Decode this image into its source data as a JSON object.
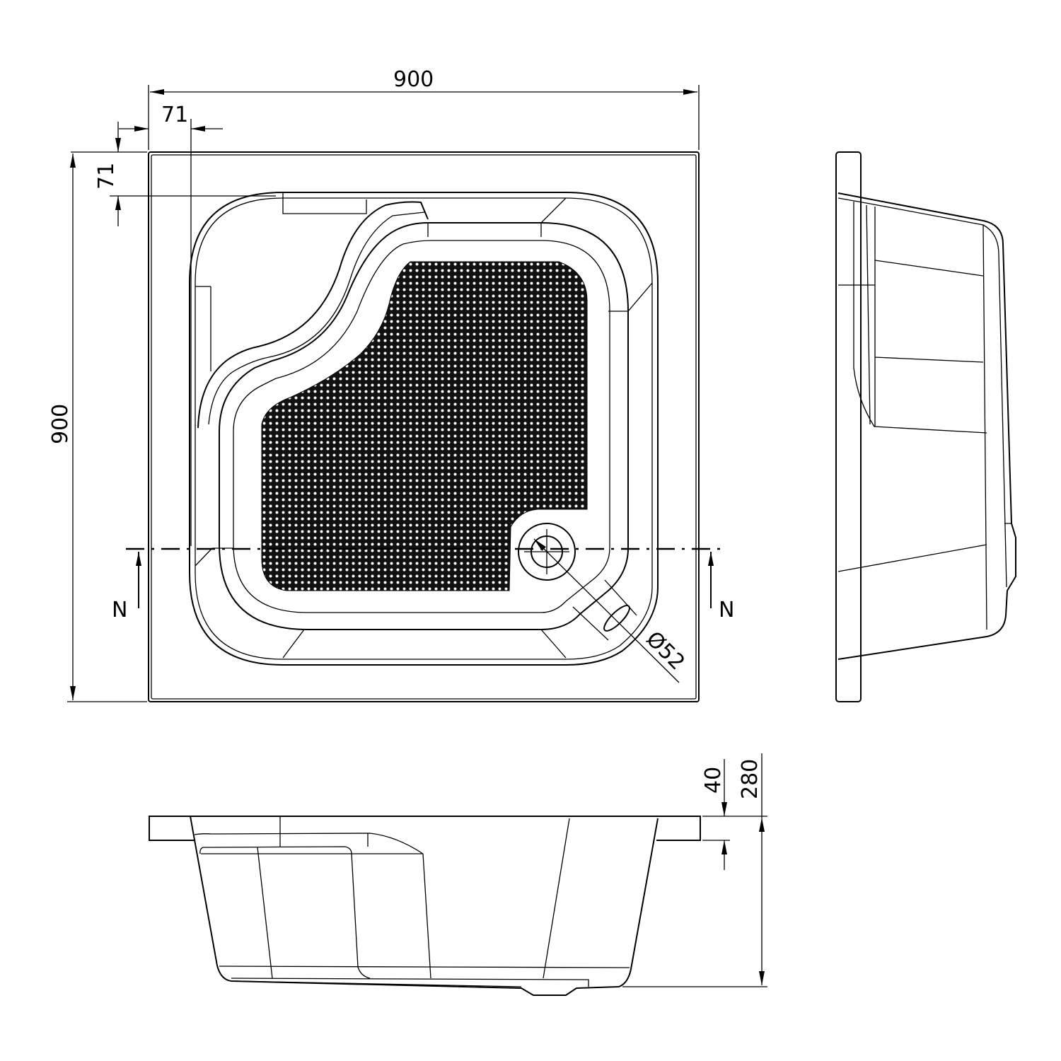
{
  "dimensions": {
    "overall_width": "900",
    "overall_depth": "900",
    "rim_offset_x": "71",
    "rim_offset_y": "71",
    "drain_diameter": "Ø52",
    "rim_height": "40",
    "total_height": "280"
  },
  "section_marker": {
    "left": "N",
    "right": "N"
  },
  "colors": {
    "line": "#000000",
    "background": "#ffffff"
  }
}
